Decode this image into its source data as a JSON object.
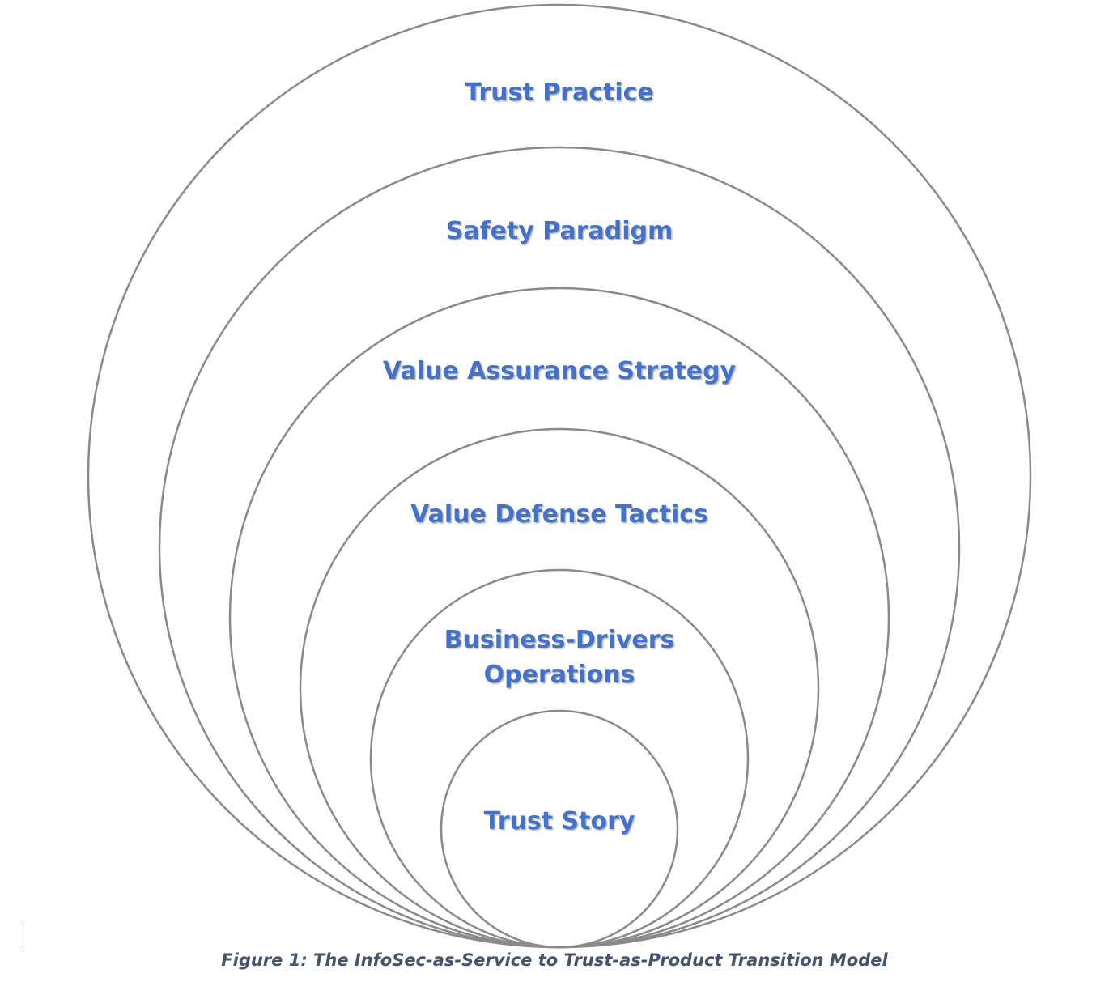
{
  "diagram": {
    "type": "nested-circles",
    "ring_color": "#8a8a8a",
    "label_color": "#4472c4",
    "rings": [
      {
        "label_lines": [
          "Trust Practice"
        ]
      },
      {
        "label_lines": [
          "Safety Paradigm"
        ]
      },
      {
        "label_lines": [
          "Value Assurance Strategy"
        ]
      },
      {
        "label_lines": [
          "Value Defense Tactics"
        ]
      },
      {
        "label_lines": [
          "Business-Drivers",
          "Operations"
        ]
      },
      {
        "label_lines": [
          "Trust Story"
        ]
      }
    ]
  },
  "caption": {
    "text": "Figure 1: The InfoSec-as-Service to Trust-as-Product Transition Model",
    "color": "#44546a"
  }
}
